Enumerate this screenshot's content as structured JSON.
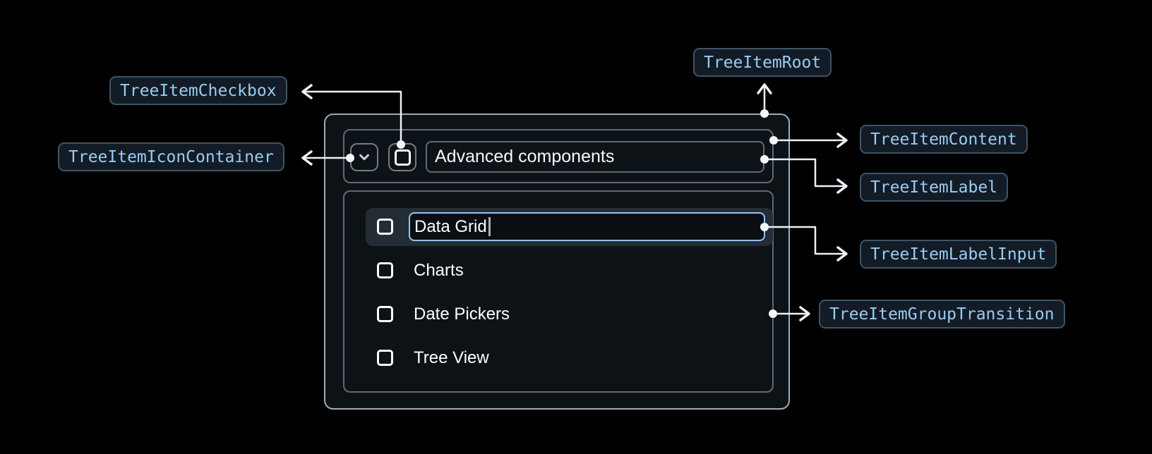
{
  "annotations": {
    "checkbox": "TreeItemCheckbox",
    "icon_container": "TreeItemIconContainer",
    "root": "TreeItemRoot",
    "content": "TreeItemContent",
    "label": "TreeItemLabel",
    "label_input": "TreeItemLabelInput",
    "group_transition": "TreeItemGroupTransition"
  },
  "tree_item": {
    "parent_label": "Advanced components",
    "expanded": true,
    "checkbox_checked": false,
    "label_input": {
      "value": "Data Grid",
      "focused": true
    },
    "children": [
      {
        "label": "Charts",
        "checked": false
      },
      {
        "label": "Date Pickers",
        "checked": false
      },
      {
        "label": "Tree View",
        "checked": false
      }
    ]
  },
  "icons": {
    "expand_icon": "chevron-down",
    "checkbox_icon": "square-unchecked"
  },
  "colors": {
    "page_bg": "#000000",
    "annotation_text": "#99ccf3",
    "annotation_border": "#3f5466",
    "annotation_bg": "#131c26",
    "connector": "#edf2f7",
    "root_border": "#9facb7",
    "inner_border": "#5f6a74",
    "row_highlight_bg": "#242c35",
    "input_focus_border": "#94c4ef",
    "text_primary": "#ffffff"
  }
}
